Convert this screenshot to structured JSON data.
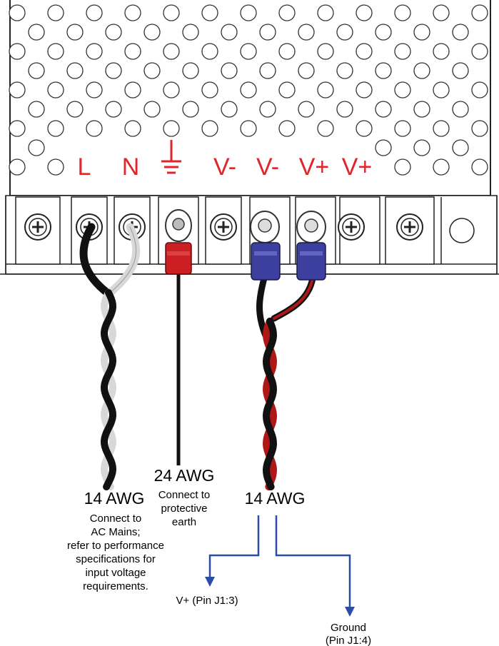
{
  "terminal_labels": [
    "L",
    "N",
    "",
    "V-",
    "V-",
    "V+",
    "V+"
  ],
  "ground_symbol": "earth-ground-icon",
  "colors": {
    "label_red": "#e0262b",
    "arrow_blue": "#2a4ea8",
    "lug_red": "#cc1f24",
    "lug_blue": "#3c3f9e",
    "wire_black": "#111111",
    "wire_white": "#d8d8d8",
    "wire_red": "#b01818"
  },
  "wires": {
    "ac": {
      "gauge": "14 AWG",
      "note_lines": [
        "Connect to",
        "AC Mains;",
        "refer to performance",
        "specifications for",
        "input voltage",
        "requirements."
      ]
    },
    "earth": {
      "gauge": "24 AWG",
      "note_lines": [
        "Connect to",
        "protective",
        "earth"
      ]
    },
    "dc": {
      "gauge": "14 AWG",
      "vplus_label": "V+ (Pin J1:3)",
      "ground_label_lines": [
        "Ground",
        "(Pin J1:4)"
      ]
    }
  }
}
